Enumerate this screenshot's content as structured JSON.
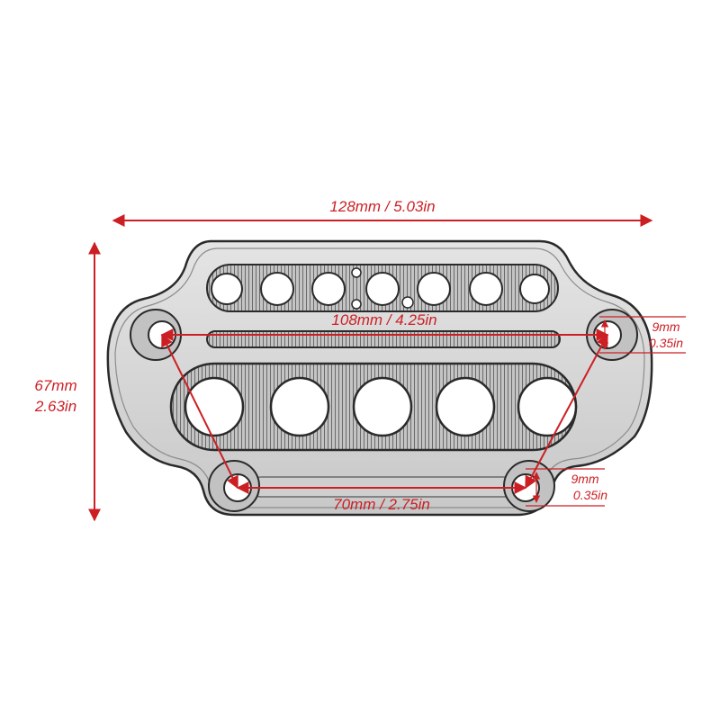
{
  "colors": {
    "dimension": "#cc1f24",
    "outline": "#2a2a2a",
    "plate_fill": "#d6d6d6",
    "plate_shadow": "#9a9a9a",
    "hole_fill": "#ffffff",
    "background": "#ffffff"
  },
  "dimensions": {
    "overall_width": "128mm / 5.03in",
    "overall_height_mm": "67mm",
    "overall_height_in": "2.63in",
    "upper_hole_spacing": "108mm / 4.25in",
    "lower_hole_spacing": "70mm / 2.75in",
    "upper_hole_dia_mm": "9mm",
    "upper_hole_dia_in": "0.35in",
    "lower_hole_dia_mm": "9mm",
    "lower_hole_dia_in": "0.35in"
  }
}
